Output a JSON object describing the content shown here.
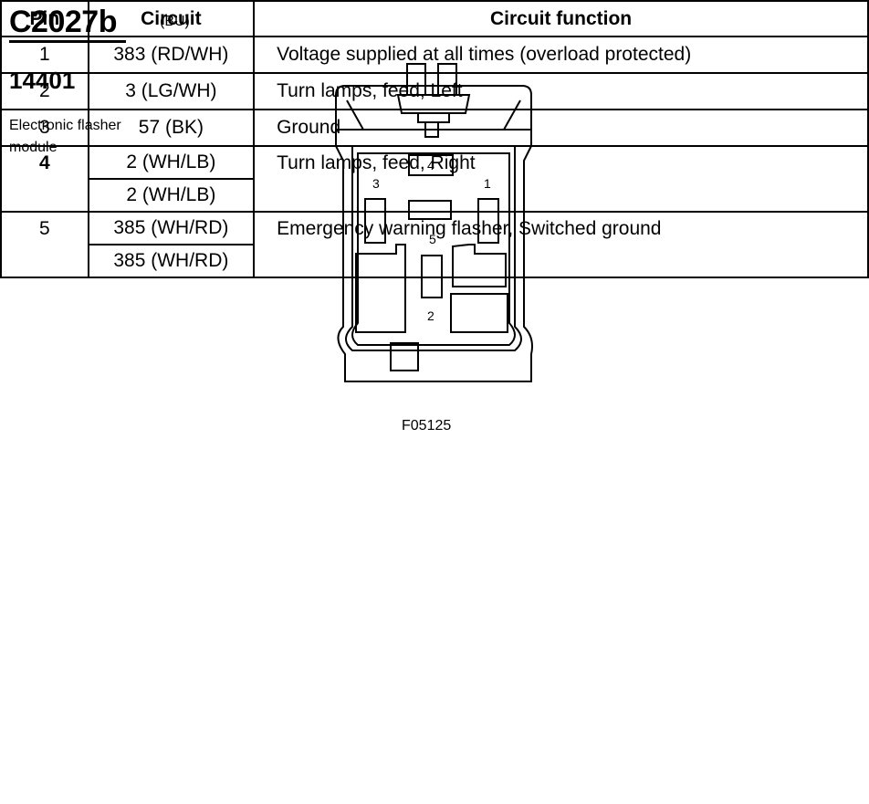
{
  "connector": {
    "id": "C2027b",
    "color": "(BU)",
    "part_number": "14401",
    "description": "Electronic flasher\nmodule"
  },
  "diagram": {
    "figure_code": "F05125",
    "pin_labels": [
      "1",
      "2",
      "3",
      "4",
      "5"
    ]
  },
  "table": {
    "headers": [
      "Pin",
      "Circuit",
      "Circuit function"
    ],
    "rows": [
      {
        "pin": "1",
        "circuits": [
          "383 (RD/WH)"
        ],
        "function": "Voltage supplied at all times (overload protected)"
      },
      {
        "pin": "2",
        "circuits": [
          "3 (LG/WH)"
        ],
        "function": "Turn lamps, feed, Left"
      },
      {
        "pin": "3",
        "circuits": [
          "57 (BK)"
        ],
        "function": "Ground"
      },
      {
        "pin": "4",
        "circuits": [
          "2 (WH/LB)",
          "2 (WH/LB)"
        ],
        "function": "Turn lamps, feed, Right"
      },
      {
        "pin": "5",
        "circuits": [
          "385 (WH/RD)",
          "385 (WH/RD)"
        ],
        "function": "Emergency warning flasher, Switched ground"
      }
    ]
  }
}
